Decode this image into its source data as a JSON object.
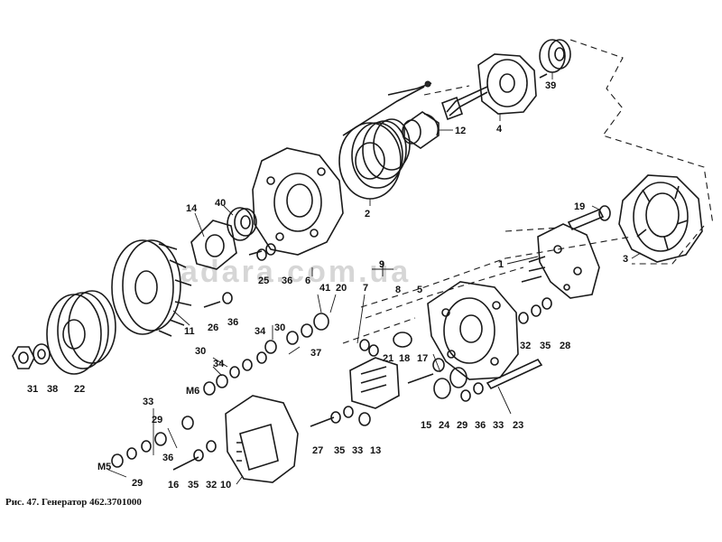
{
  "caption": "Рис. 47. Генератор 462.3701000",
  "watermark": "adara.com.ua",
  "labels": [
    {
      "id": "l39",
      "text": "39"
    },
    {
      "id": "l4",
      "text": "4"
    },
    {
      "id": "l12",
      "text": "12"
    },
    {
      "id": "l2",
      "text": "2"
    },
    {
      "id": "l19",
      "text": "19"
    },
    {
      "id": "l3",
      "text": "3"
    },
    {
      "id": "l1",
      "text": "1"
    },
    {
      "id": "l9",
      "text": "9"
    },
    {
      "id": "l8",
      "text": "8"
    },
    {
      "id": "l5",
      "text": "5"
    },
    {
      "id": "l14",
      "text": "14"
    },
    {
      "id": "l40",
      "text": "40"
    },
    {
      "id": "l25",
      "text": "25"
    },
    {
      "id": "l36a",
      "text": "36"
    },
    {
      "id": "l6",
      "text": "6"
    },
    {
      "id": "l41",
      "text": "41"
    },
    {
      "id": "l20",
      "text": "20"
    },
    {
      "id": "l7",
      "text": "7"
    },
    {
      "id": "l11",
      "text": "11"
    },
    {
      "id": "l26",
      "text": "26"
    },
    {
      "id": "l36b",
      "text": "36"
    },
    {
      "id": "l34a",
      "text": "34"
    },
    {
      "id": "l30a",
      "text": "30"
    },
    {
      "id": "l37",
      "text": "37"
    },
    {
      "id": "l30b",
      "text": "30"
    },
    {
      "id": "l34b",
      "text": "34"
    },
    {
      "id": "lM6",
      "text": "M6"
    },
    {
      "id": "l21",
      "text": "21"
    },
    {
      "id": "l18",
      "text": "18"
    },
    {
      "id": "l17",
      "text": "17"
    },
    {
      "id": "l32",
      "text": "32"
    },
    {
      "id": "l35a",
      "text": "35"
    },
    {
      "id": "l28",
      "text": "28"
    },
    {
      "id": "l31",
      "text": "31"
    },
    {
      "id": "l38",
      "text": "38"
    },
    {
      "id": "l22",
      "text": "22"
    },
    {
      "id": "l33a",
      "text": "33"
    },
    {
      "id": "l29a",
      "text": "29"
    },
    {
      "id": "l36c",
      "text": "36"
    },
    {
      "id": "lM5",
      "text": "M5"
    },
    {
      "id": "l29b",
      "text": "29"
    },
    {
      "id": "l16",
      "text": "16"
    },
    {
      "id": "l35b",
      "text": "35"
    },
    {
      "id": "l32b",
      "text": "32"
    },
    {
      "id": "l10",
      "text": "10"
    },
    {
      "id": "l27",
      "text": "27"
    },
    {
      "id": "l35c",
      "text": "35"
    },
    {
      "id": "l33b",
      "text": "33"
    },
    {
      "id": "l13",
      "text": "13"
    },
    {
      "id": "l15",
      "text": "15"
    },
    {
      "id": "l24",
      "text": "24"
    },
    {
      "id": "l29c",
      "text": "29"
    },
    {
      "id": "l36d",
      "text": "36"
    },
    {
      "id": "l33c",
      "text": "33"
    },
    {
      "id": "l23",
      "text": "23"
    }
  ]
}
